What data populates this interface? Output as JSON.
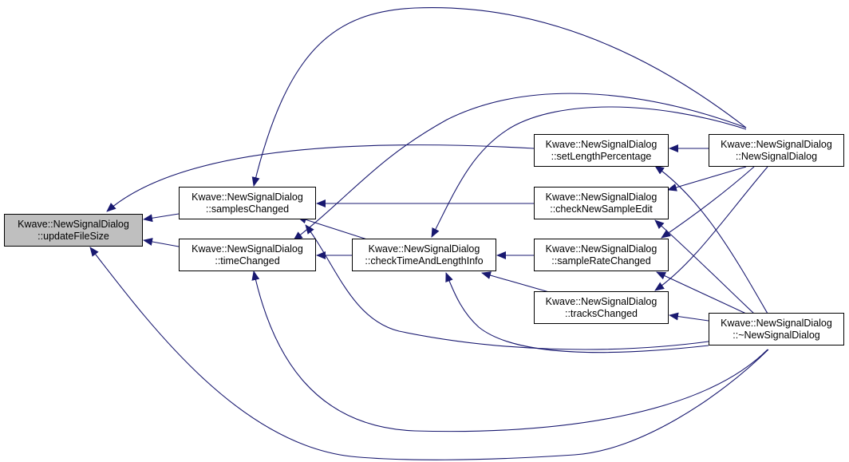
{
  "colors": {
    "edge": "#191970",
    "node_border": "#000000",
    "root_fill": "#bfbfbf",
    "node_fill": "#ffffff"
  },
  "nodes": {
    "updateFileSize": {
      "line1": "Kwave::NewSignalDialog",
      "line2": "::updateFileSize"
    },
    "samplesChanged": {
      "line1": "Kwave::NewSignalDialog",
      "line2": "::samplesChanged"
    },
    "timeChanged": {
      "line1": "Kwave::NewSignalDialog",
      "line2": "::timeChanged"
    },
    "checkTimeAndLengthInfo": {
      "line1": "Kwave::NewSignalDialog",
      "line2": "::checkTimeAndLengthInfo"
    },
    "setLengthPercentage": {
      "line1": "Kwave::NewSignalDialog",
      "line2": "::setLengthPercentage"
    },
    "checkNewSampleEdit": {
      "line1": "Kwave::NewSignalDialog",
      "line2": "::checkNewSampleEdit"
    },
    "sampleRateChanged": {
      "line1": "Kwave::NewSignalDialog",
      "line2": "::sampleRateChanged"
    },
    "tracksChanged": {
      "line1": "Kwave::NewSignalDialog",
      "line2": "::tracksChanged"
    },
    "ctor": {
      "line1": "Kwave::NewSignalDialog",
      "line2": "::NewSignalDialog"
    },
    "dtor": {
      "line1": "Kwave::NewSignalDialog",
      "line2": "::~NewSignalDialog"
    }
  },
  "edges": [
    {
      "from": "samplesChanged",
      "to": "updateFileSize"
    },
    {
      "from": "timeChanged",
      "to": "updateFileSize"
    },
    {
      "from": "setLengthPercentage",
      "to": "updateFileSize"
    },
    {
      "from": "dtor",
      "to": "updateFileSize"
    },
    {
      "from": "checkNewSampleEdit",
      "to": "samplesChanged"
    },
    {
      "from": "checkTimeAndLengthInfo",
      "to": "samplesChanged"
    },
    {
      "from": "ctor",
      "to": "samplesChanged"
    },
    {
      "from": "dtor",
      "to": "samplesChanged"
    },
    {
      "from": "checkTimeAndLengthInfo",
      "to": "timeChanged"
    },
    {
      "from": "ctor",
      "to": "timeChanged"
    },
    {
      "from": "dtor",
      "to": "timeChanged"
    },
    {
      "from": "sampleRateChanged",
      "to": "checkTimeAndLengthInfo"
    },
    {
      "from": "tracksChanged",
      "to": "checkTimeAndLengthInfo"
    },
    {
      "from": "ctor",
      "to": "checkTimeAndLengthInfo"
    },
    {
      "from": "dtor",
      "to": "checkTimeAndLengthInfo"
    },
    {
      "from": "ctor",
      "to": "setLengthPercentage"
    },
    {
      "from": "dtor",
      "to": "setLengthPercentage"
    },
    {
      "from": "ctor",
      "to": "checkNewSampleEdit"
    },
    {
      "from": "dtor",
      "to": "checkNewSampleEdit"
    },
    {
      "from": "ctor",
      "to": "sampleRateChanged"
    },
    {
      "from": "dtor",
      "to": "sampleRateChanged"
    },
    {
      "from": "ctor",
      "to": "tracksChanged"
    },
    {
      "from": "dtor",
      "to": "tracksChanged"
    }
  ]
}
